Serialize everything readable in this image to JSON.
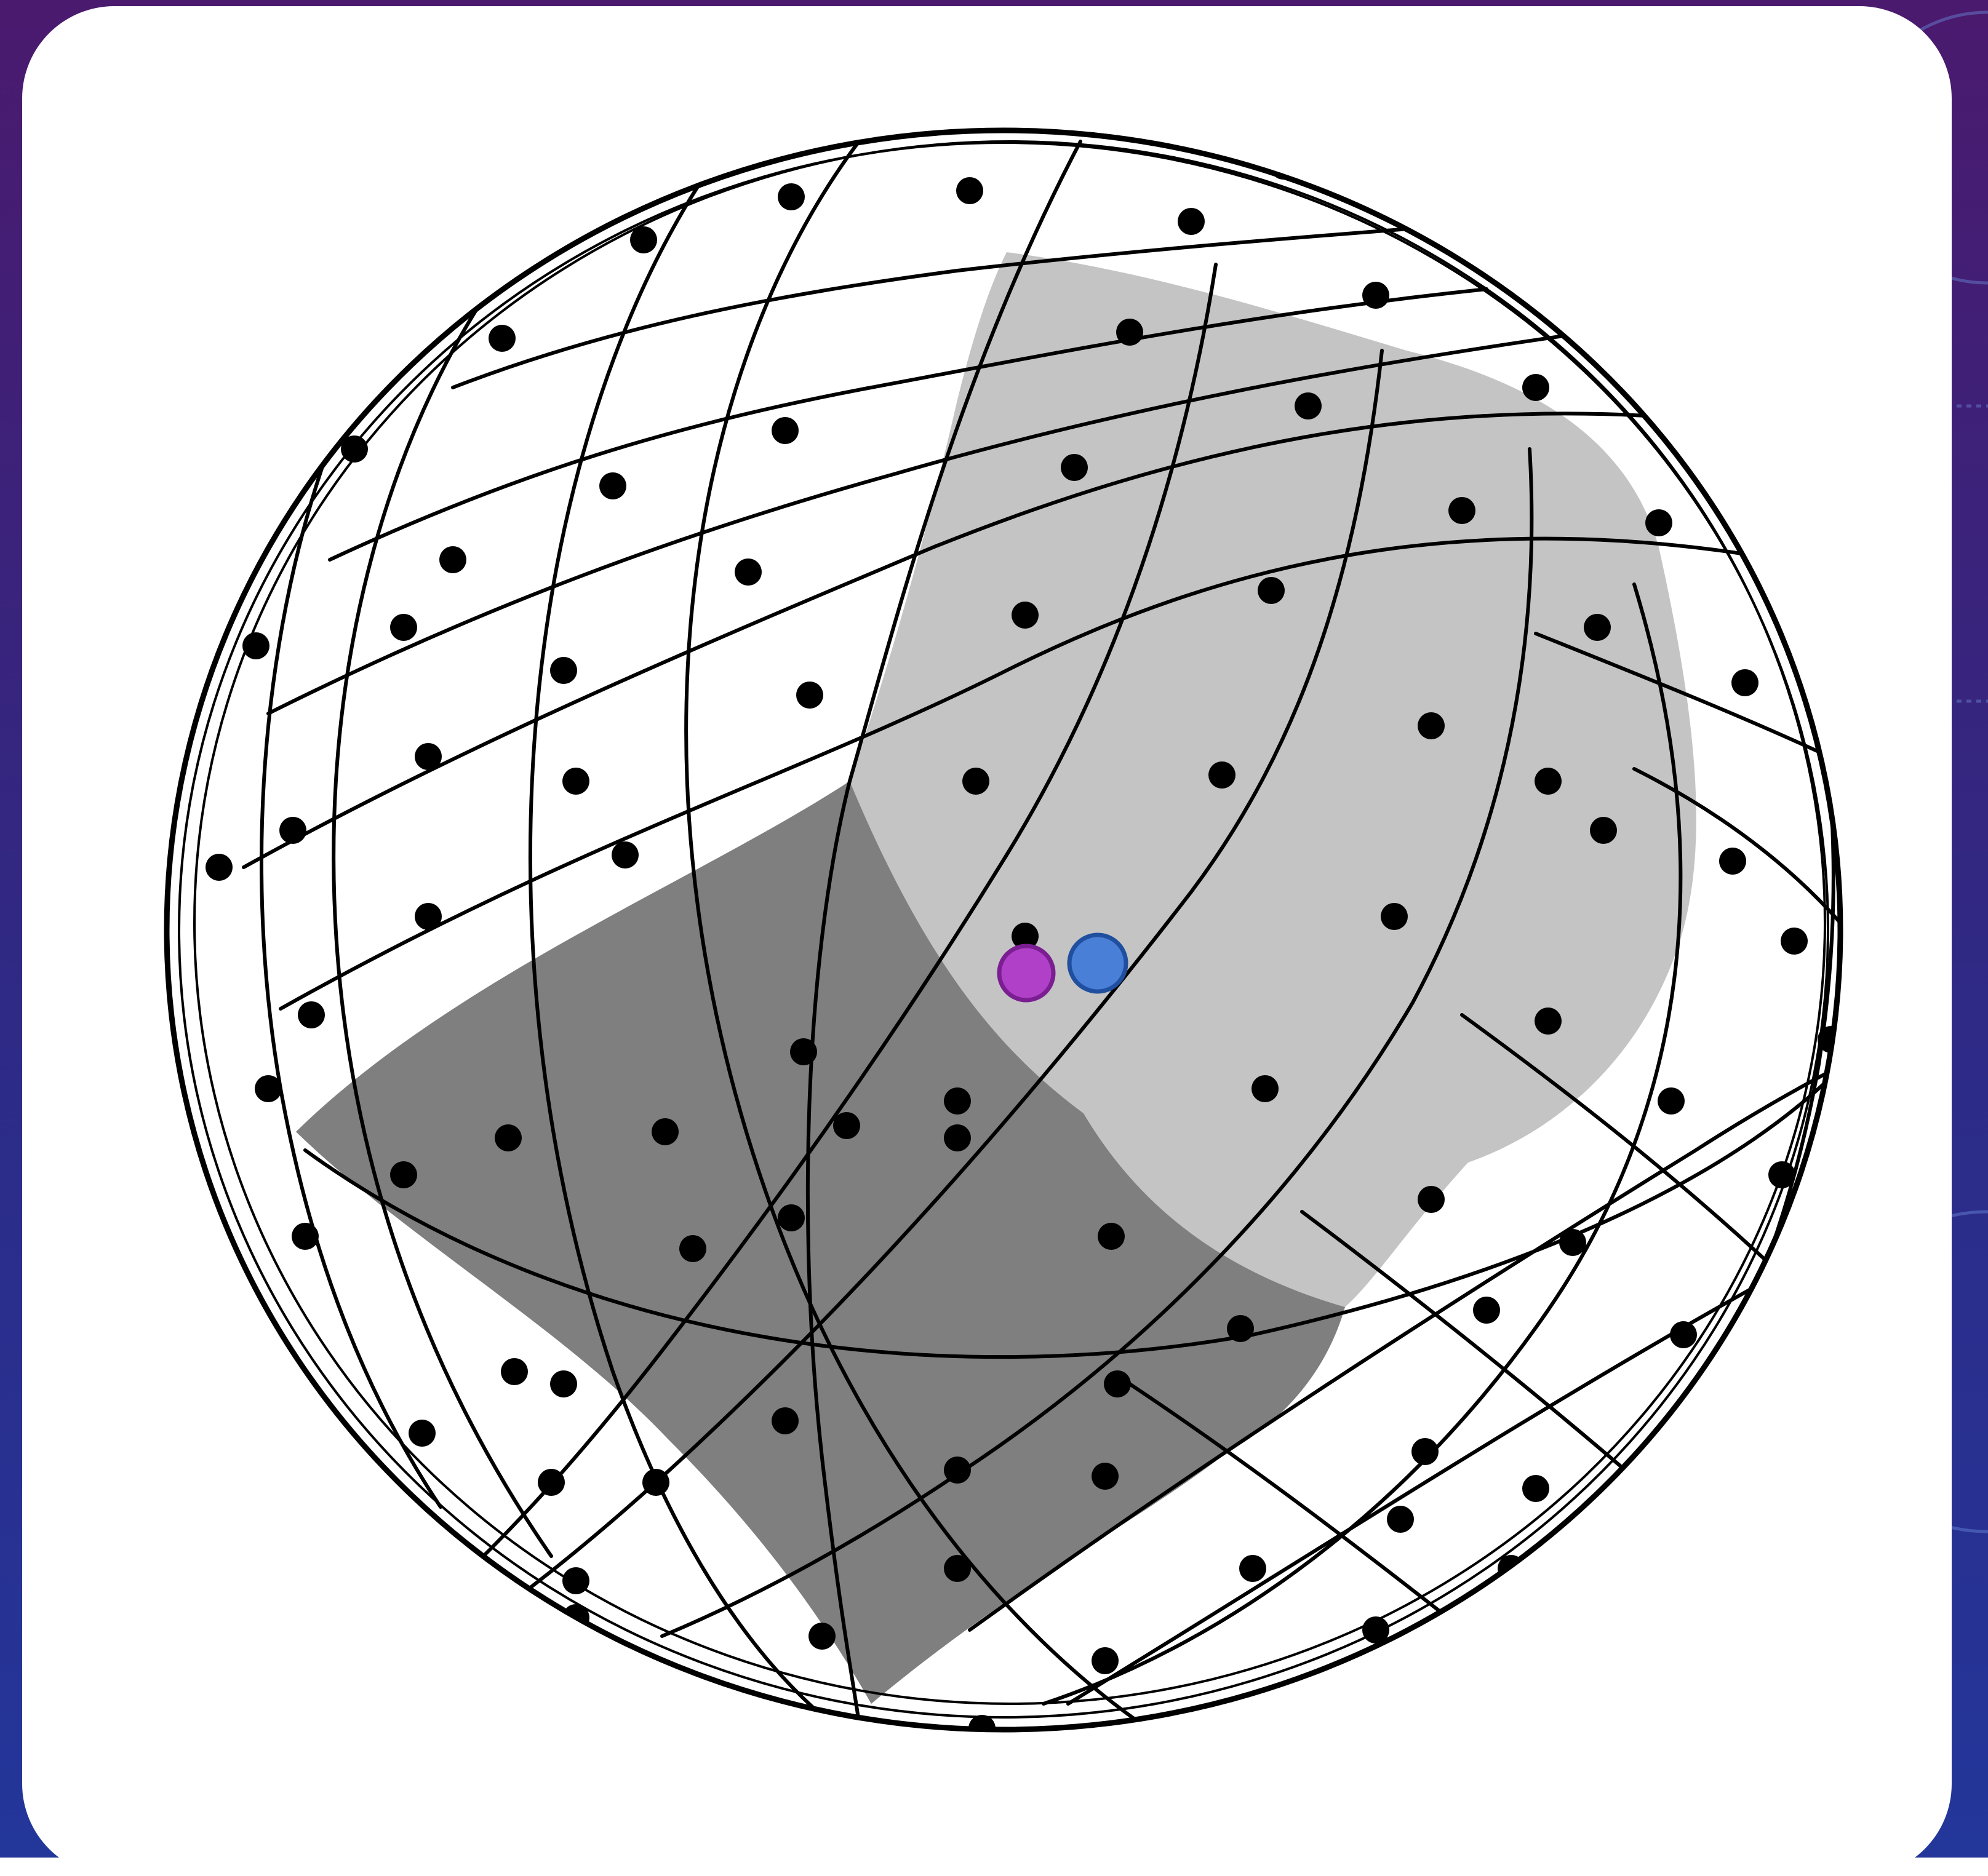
{
  "theme": {
    "bg_top": "#4a1a6e",
    "bg_mid": "#2e2a86",
    "bg_bottom": "#23369a",
    "card": "#ffffff",
    "region_light": "#c4c4c4",
    "region_dark": "#7f7f7f",
    "grid_line": "#000000",
    "marker_purple": "#b040c8",
    "marker_blue": "#4a7fd8"
  },
  "diagram": {
    "kind": "sphere-grid-tessellation",
    "regions": [
      {
        "name": "light-gray-patch",
        "shade": "light"
      },
      {
        "name": "dark-gray-patch",
        "shade": "dark"
      }
    ],
    "markers": [
      {
        "name": "purple-marker",
        "color": "purple"
      },
      {
        "name": "blue-marker",
        "color": "blue"
      }
    ]
  }
}
